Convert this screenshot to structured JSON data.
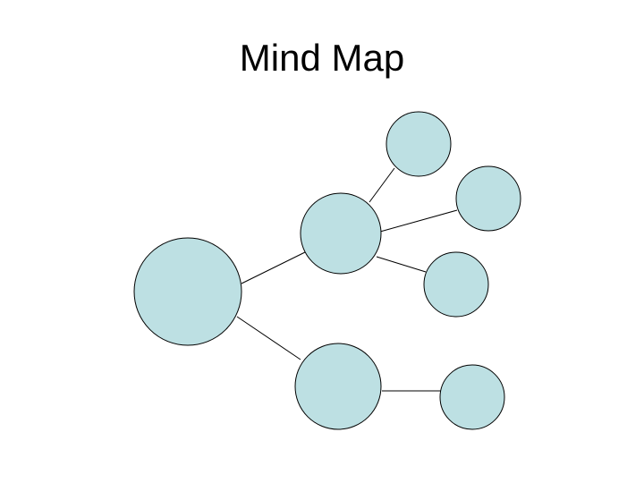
{
  "title": "Mind Map",
  "colors": {
    "node_fill": "#bde0e3",
    "node_stroke": "#000000",
    "connector": "#000000",
    "background": "#ffffff"
  },
  "nodes": [
    "root",
    "branch-upper",
    "branch-lower",
    "leaf-1",
    "leaf-2",
    "leaf-3",
    "leaf-4"
  ],
  "connections": [
    [
      "root",
      "branch-upper"
    ],
    [
      "root",
      "branch-lower"
    ],
    [
      "branch-upper",
      "leaf-1"
    ],
    [
      "branch-upper",
      "leaf-2"
    ],
    [
      "branch-upper",
      "leaf-3"
    ],
    [
      "branch-lower",
      "leaf-4"
    ]
  ]
}
